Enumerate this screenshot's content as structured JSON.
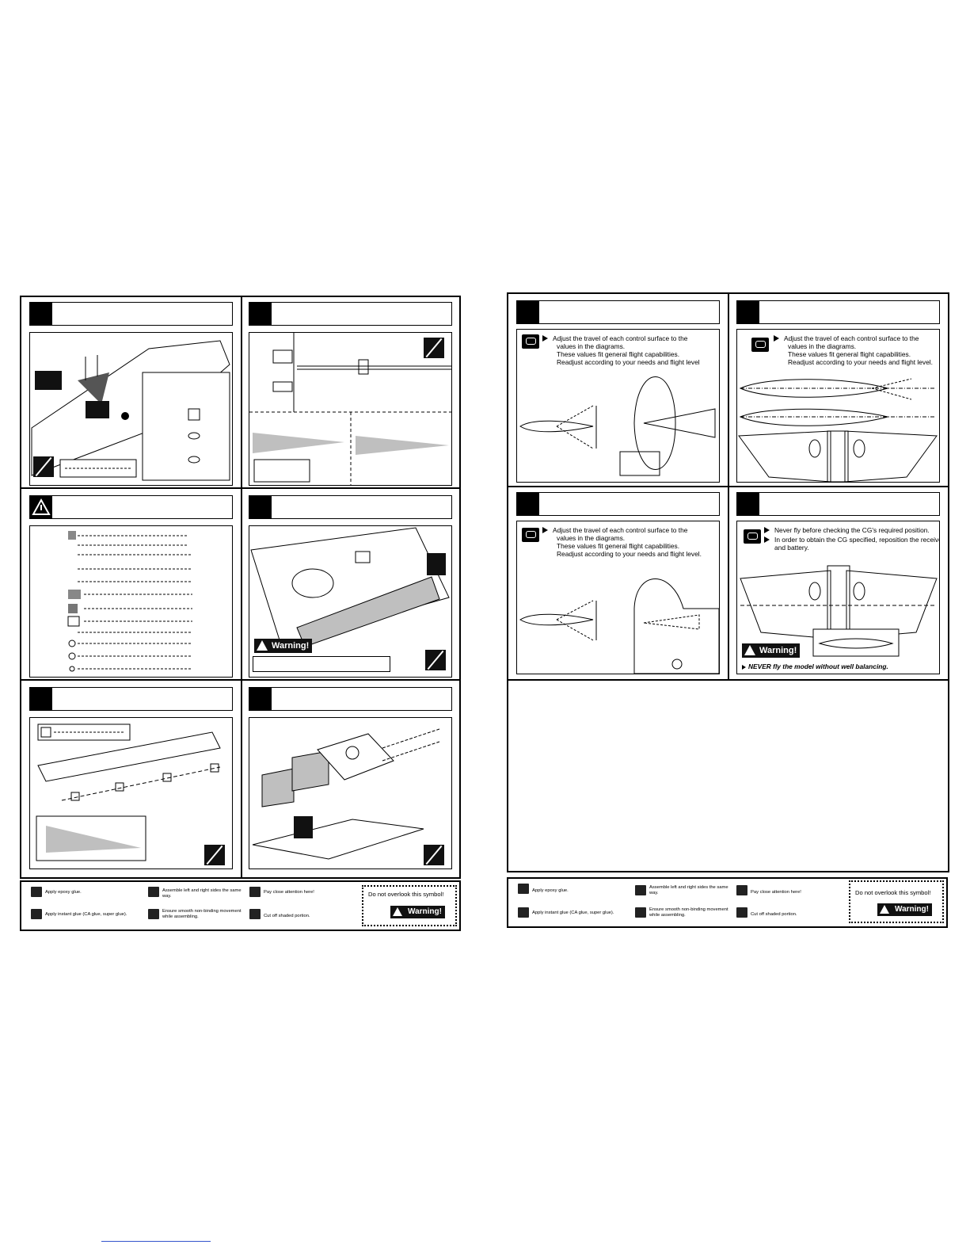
{
  "colors": {
    "ink": "#000000",
    "paper": "#ffffff",
    "shade": "#bfbfbf"
  },
  "left_page": {
    "symbol_legend": {
      "items": [
        {
          "icon": "epoxy-glue-icon",
          "label": "Apply epoxy glue."
        },
        {
          "icon": "instant-glue-icon",
          "label": "Apply instant glue (CA glue, super glue)."
        },
        {
          "icon": "left-right-icon",
          "label": "Assemble left and right sides the same way."
        },
        {
          "icon": "smooth-movement-icon",
          "label": "Ensure smooth non-binding movement while assembling."
        },
        {
          "icon": "attention-icon",
          "label": "Pay close attention here!"
        },
        {
          "icon": "cut-off-icon",
          "label": "Cut off shaded portion."
        }
      ],
      "callout": "Do not overlook this symbol!",
      "warning_badge": "Warning!"
    },
    "warning_badge": "Warning!"
  },
  "right_page": {
    "panels": {
      "throws_a": [
        "Adjust the travel of each control surface to the",
        "values in the diagrams.",
        "These values fit general flight capabilities.",
        "Readjust according to your needs and flight level"
      ],
      "throws_b": [
        "Adjust the travel of each control surface to the",
        "values in the diagrams.",
        "These values fit general flight capabilities.",
        "Readjust according to your needs and flight level."
      ],
      "throws_c": [
        "Adjust the travel of each control surface to the",
        "values in the diagrams.",
        "These values fit general flight capabilities.",
        "Readjust according to your needs and flight level."
      ],
      "cg": {
        "bullet_1": "Never fly before checking the CG's required position.",
        "bullet_2a": "In order to obtain the CG specified, reposition the receiver",
        "bullet_2b": "and battery.",
        "warning_badge": "Warning!",
        "warning_text": "NEVER fly the model without well balancing."
      }
    },
    "symbol_legend": {
      "items": [
        {
          "icon": "epoxy-glue-icon",
          "label": "Apply epoxy glue."
        },
        {
          "icon": "instant-glue-icon",
          "label": "Apply instant glue (CA glue, super glue)."
        },
        {
          "icon": "left-right-icon",
          "label": "Assemble left and right sides the same way."
        },
        {
          "icon": "smooth-movement-icon",
          "label": "Ensure smooth non-binding movement while assembling."
        },
        {
          "icon": "attention-icon",
          "label": "Pay close attention here!"
        },
        {
          "icon": "cut-off-icon",
          "label": "Cut off shaded portion."
        }
      ],
      "callout": "Do not overlook this symbol!",
      "warning_badge": "Warning!"
    }
  }
}
